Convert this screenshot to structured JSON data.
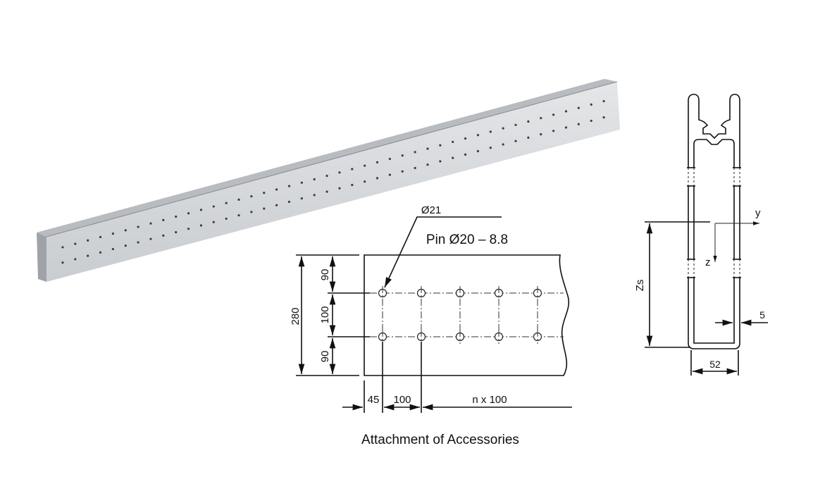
{
  "beam": {
    "hole_rows": 2,
    "holes_per_row": 44
  },
  "front_view": {
    "hole_label": "Ø21",
    "pin_label": "Pin Ø20 – 8.8",
    "dim_total_height": "280",
    "dim_top": "90",
    "dim_middle": "100",
    "dim_bottom": "90",
    "dim_first_hole": "45",
    "dim_pitch": "100",
    "dim_repeat": "n x 100"
  },
  "section": {
    "axis_y": "y",
    "axis_z": "z",
    "dim_zs": "Zs",
    "dim_wall": "5",
    "dim_width": "52"
  },
  "caption": "Attachment of Accessories"
}
